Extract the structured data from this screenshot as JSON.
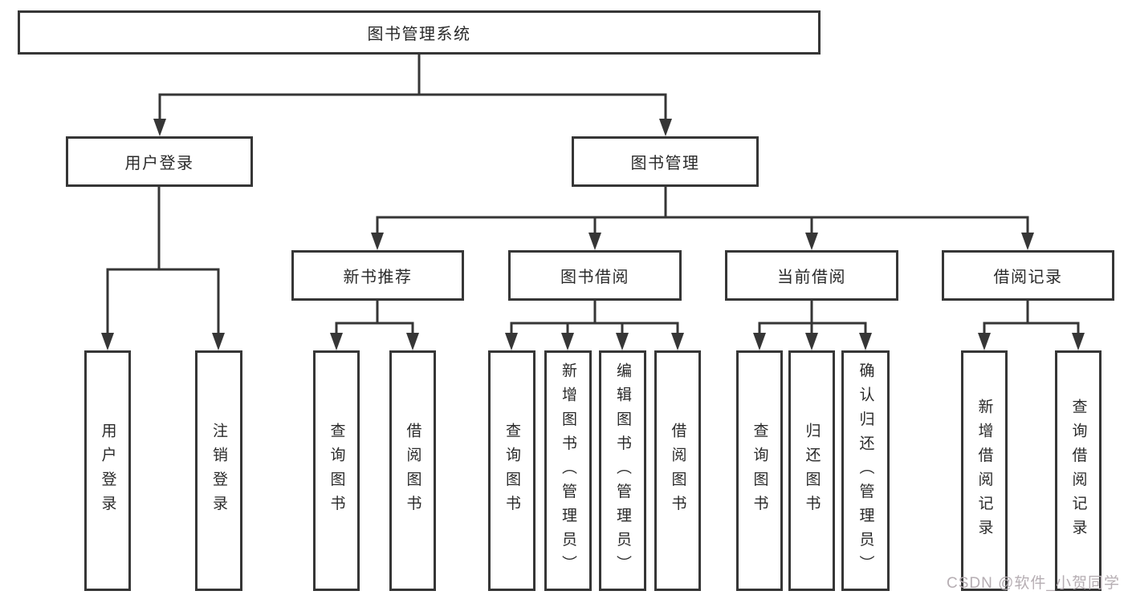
{
  "tree": {
    "label": "图书管理系统",
    "children": [
      {
        "label": "用户登录",
        "children": [
          {
            "label": "用户登录"
          },
          {
            "label": "注销登录"
          }
        ]
      },
      {
        "label": "图书管理",
        "children": [
          {
            "label": "新书推荐",
            "children": [
              {
                "label": "查询图书"
              },
              {
                "label": "借阅图书"
              }
            ]
          },
          {
            "label": "图书借阅",
            "children": [
              {
                "label": "查询图书"
              },
              {
                "label": "新增图书（管理员）"
              },
              {
                "label": "编辑图书（管理员）"
              },
              {
                "label": "借阅图书"
              }
            ]
          },
          {
            "label": "当前借阅",
            "children": [
              {
                "label": "查询图书"
              },
              {
                "label": "归还图书"
              },
              {
                "label": "确认归还（管理员）"
              }
            ]
          },
          {
            "label": "借阅记录",
            "children": [
              {
                "label": "新增借阅记录"
              },
              {
                "label": "查询借阅记录"
              }
            ]
          }
        ]
      }
    ]
  },
  "watermark": {
    "text": "CSDN @软件_小贺同学",
    "color": "#b6aeb3"
  },
  "colors": {
    "line": "#363636",
    "box_background": "#ffffff",
    "text": "#2a2a2a"
  }
}
